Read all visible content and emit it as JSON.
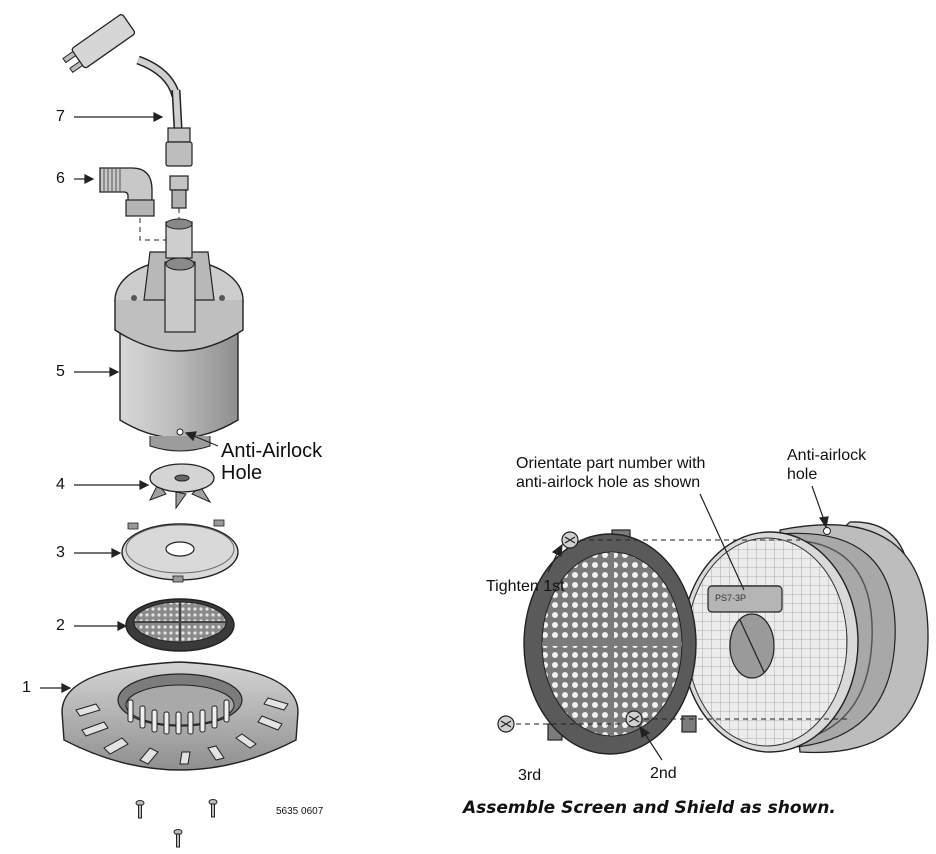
{
  "left_assembly": {
    "part_labels": [
      "7",
      "6",
      "5",
      "4",
      "3",
      "2",
      "1"
    ],
    "anti_airlock_label": {
      "line1": "Anti-Airlock",
      "line2": "Hole"
    },
    "code": "5635 0607"
  },
  "right_assembly": {
    "orientate_note": {
      "line1": "Orientate part number with",
      "line2": "anti-airlock hole as shown"
    },
    "anti_airlock_label": {
      "line1": "Anti-airlock",
      "line2": "hole"
    },
    "shield_part_number": "PS7-3P",
    "screw_order": {
      "first": "Tighten 1st",
      "second": "2nd",
      "third": "3rd"
    }
  },
  "caption": "Assemble Screen and Shield as shown.",
  "colors": {
    "line": "#222222",
    "housing": "#c9c9c9",
    "housing_dark": "#9a9a9a",
    "screen": "#6e6e6e",
    "shield": "#e8e8e8"
  }
}
